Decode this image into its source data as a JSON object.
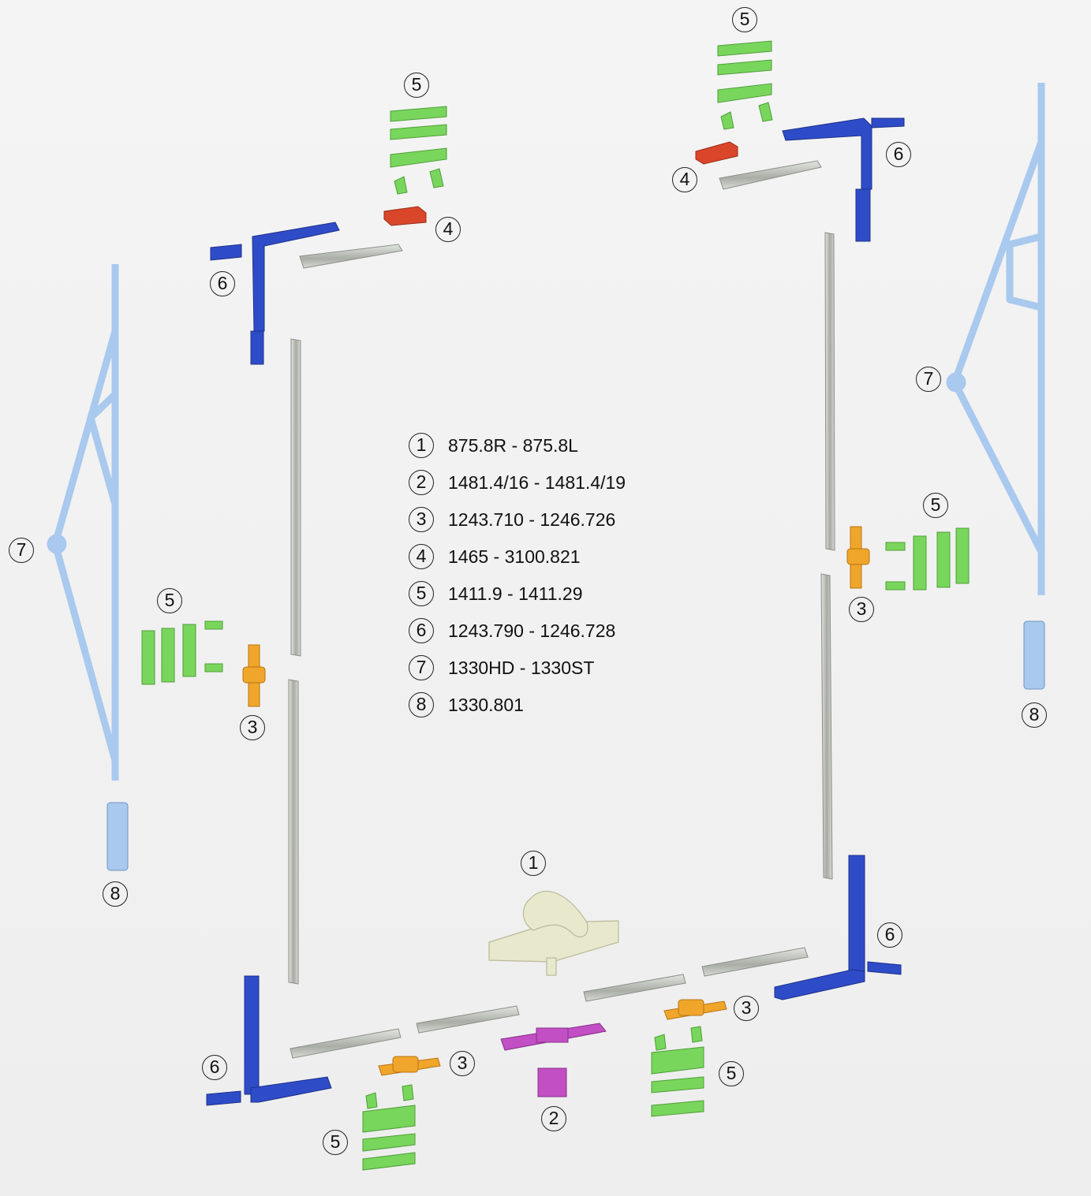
{
  "legend": [
    {
      "number": "1",
      "code": "875.8R - 875.8L"
    },
    {
      "number": "2",
      "code": "1481.4/16 - 1481.4/19"
    },
    {
      "number": "3",
      "code": "1243.710 - 1246.726"
    },
    {
      "number": "4",
      "code": "1465 - 3100.821"
    },
    {
      "number": "5",
      "code": "1411.9 - 1411.29"
    },
    {
      "number": "6",
      "code": "1243.790 - 1246.728"
    },
    {
      "number": "7",
      "code": "1330HD - 1330ST"
    },
    {
      "number": "8",
      "code": "1330.801"
    }
  ],
  "callouts": {
    "c5_top_center": "5",
    "c5_top_right": "5",
    "c4_top_center": "4",
    "c4_top_right": "4",
    "c6_top_left": "6",
    "c6_top_right": "6",
    "c7_left": "7",
    "c7_right": "7",
    "c5_left": "5",
    "c3_left": "3",
    "c8_left": "8",
    "c5_right": "5",
    "c3_right": "3",
    "c8_right": "8",
    "c1_bottom": "1",
    "c6_bottom_right": "6",
    "c3_bottom_right": "3",
    "c5_bottom_right": "5",
    "c3_bottom_center": "3",
    "c6_bottom_left": "6",
    "c2_bottom": "2",
    "c5_bottom_left": "5"
  },
  "colors": {
    "handle": "#e7e8cc",
    "keeper_block": "#c34fc4",
    "striker": "#f0a62a",
    "top_keep": "#d9462a",
    "pad": "#79d65c",
    "corner": "#2f4cc8",
    "hinge": "#a9c9ee",
    "rod": "#b9bdb6"
  }
}
